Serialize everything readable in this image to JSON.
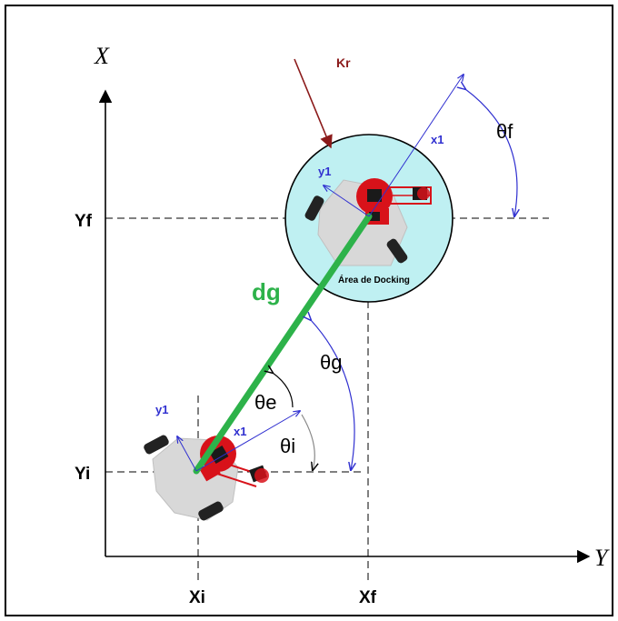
{
  "axes": {
    "vertical_label": "X",
    "horizontal_label": "Y"
  },
  "ticks": {
    "yf": "Yf",
    "yi": "Yi",
    "xi": "Xi",
    "xf": "Xf"
  },
  "labels": {
    "kr": "Kr",
    "dg": "dg",
    "theta_f": "θf",
    "theta_g": "θg",
    "theta_e": "θe",
    "theta_i": "θi",
    "docking_area": "Área de Docking",
    "x1_final": "x1",
    "y1_final": "y1",
    "x1_initial": "x1",
    "y1_initial": "y1"
  },
  "colors": {
    "distance_line": "#2db24a",
    "local_axes": "#3030d0",
    "kr_arrow": "#8b1a1a",
    "docking_fill": "#bff0f2",
    "robot_body": "#d8d8d8",
    "robot_red": "#d8121a"
  }
}
